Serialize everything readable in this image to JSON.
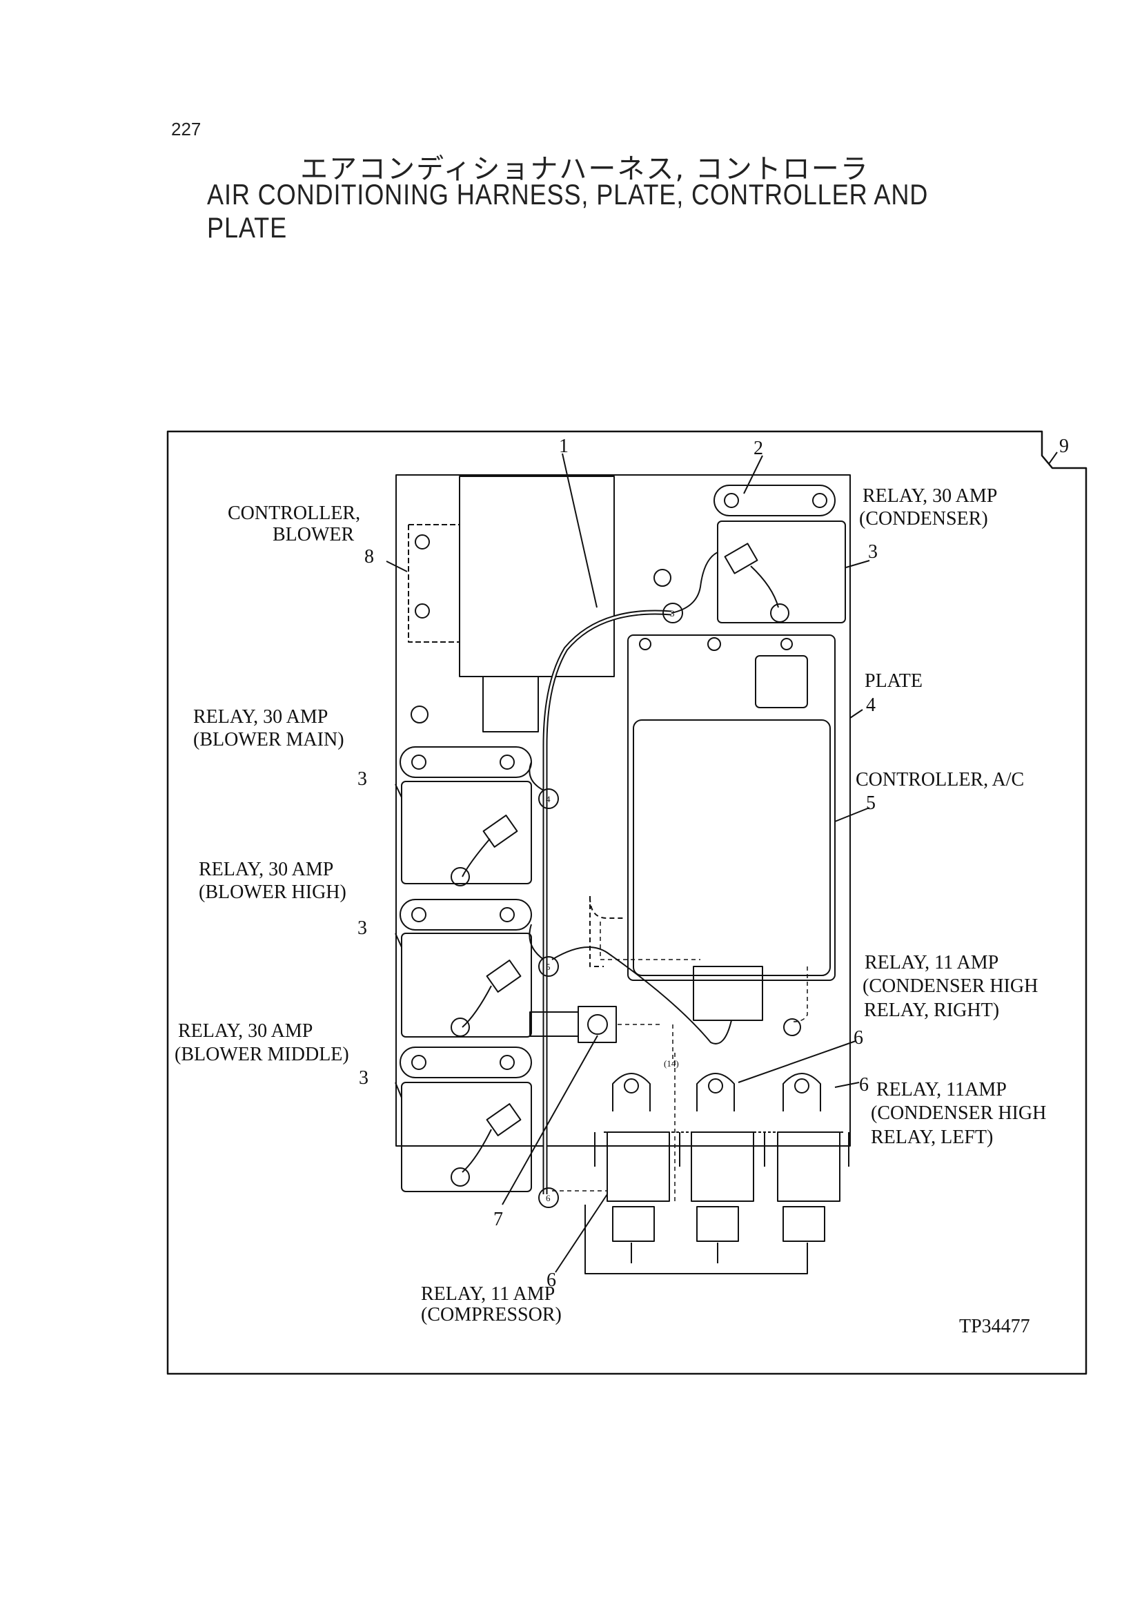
{
  "page_number": "227",
  "title_jp": "エアコンディショナハーネス, コントローラ",
  "title_en": "AIR CONDITIONING HARNESS, PLATE, CONTROLLER AND PLATE",
  "figure_id": "TP34477",
  "labels": {
    "controller_blower": [
      "CONTROLLER,",
      "BLOWER"
    ],
    "relay_condenser": [
      "RELAY, 30 AMP",
      "(CONDENSER)"
    ],
    "plate": "PLATE",
    "relay_blower_main": [
      "RELAY, 30 AMP",
      "(BLOWER MAIN)"
    ],
    "controller_ac": "CONTROLLER, A/C",
    "relay_blower_high": [
      "RELAY, 30 AMP",
      "(BLOWER HIGH)"
    ],
    "relay_cond_high_right": [
      "RELAY, 11 AMP",
      "(CONDENSER HIGH",
      "RELAY, RIGHT)"
    ],
    "relay_blower_middle": [
      "RELAY, 30 AMP",
      "(BLOWER MIDDLE)"
    ],
    "relay_cond_high_left": [
      "RELAY, 11AMP",
      "(CONDENSER HIGH",
      "RELAY, LEFT)"
    ],
    "relay_compressor": [
      "RELAY, 11 AMP",
      "(COMPRESSOR)"
    ]
  },
  "callouts": {
    "c1": "1",
    "c2": "2",
    "c3a": "3",
    "c3b": "3",
    "c3c": "3",
    "c3d": "3",
    "c4": "4",
    "c5": "5",
    "c6a": "6",
    "c6b": "6",
    "c6c": "6",
    "c7": "7",
    "c8": "8",
    "c9": "9"
  },
  "harness_markers": {
    "m3": "3",
    "m4": "4",
    "m5": "5",
    "m6": "6",
    "m14": "(14)"
  }
}
